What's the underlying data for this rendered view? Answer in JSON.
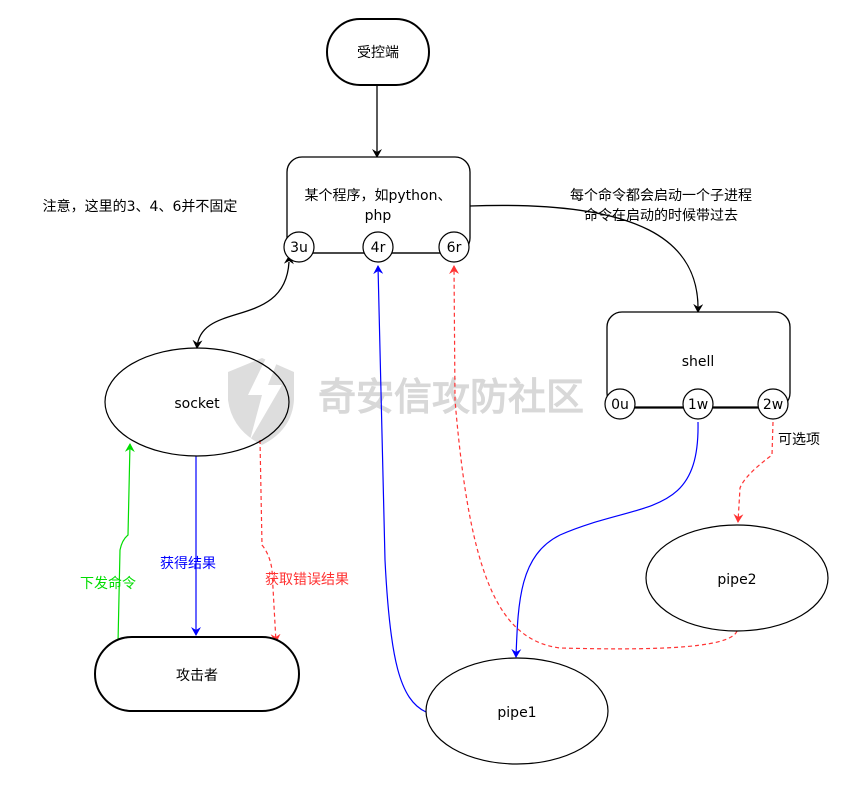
{
  "watermark": {
    "text": "奇安信攻防社区",
    "icon": "shield-lightning-icon"
  },
  "nodes": {
    "controlled": {
      "label": "受控端"
    },
    "program": {
      "label_line1": "某个程序，如python、",
      "label_line2": "php",
      "ports": [
        "3u",
        "4r",
        "6r"
      ]
    },
    "shell": {
      "label": "shell",
      "ports": [
        "0u",
        "1w",
        "2w"
      ]
    },
    "socket": {
      "label": "socket"
    },
    "attacker": {
      "label": "攻击者"
    },
    "pipe1": {
      "label": "pipe1"
    },
    "pipe2": {
      "label": "pipe2"
    }
  },
  "annotations": {
    "note": "注意，这里的3、4、6并不固定",
    "child_line1": "每个命令都会启动一个子进程",
    "child_line2": "命令在启动的时候带过去",
    "optional": "可选项"
  },
  "edge_labels": {
    "send_command": "下发命令",
    "get_result": "获得结果",
    "get_error": "获取错误结果"
  },
  "colors": {
    "black": "#000000",
    "blue": "#0000ff",
    "green": "#00dd00",
    "red": "#ff3333",
    "watermark": "#d8d8d8"
  }
}
